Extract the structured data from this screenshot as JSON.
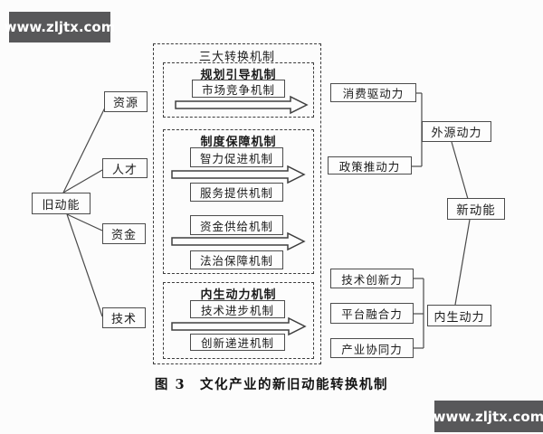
{
  "watermark": {
    "text": "www.zljtx.com",
    "bg_color": "#58585a"
  },
  "caption": "图 3　文化产业的新旧动能转换机制",
  "left": {
    "source": "旧动能",
    "factors": [
      "资源",
      "人才",
      "资金",
      "技术"
    ]
  },
  "center": {
    "title": "三大转换机制",
    "groups": [
      {
        "title": "规划引导机制",
        "boxes": [
          "市场竞争机制"
        ]
      },
      {
        "title": "制度保障机制",
        "boxes": [
          "智力促进机制",
          "服务提供机制",
          "资金供给机制",
          "法治保障机制"
        ]
      },
      {
        "title": "内生动力机制",
        "boxes": [
          "技术进步机制",
          "创新递进机制"
        ]
      }
    ]
  },
  "right": {
    "external": {
      "inputs": [
        "消费驱动力",
        "政策推动力"
      ],
      "hub": "外源动力"
    },
    "internal": {
      "inputs": [
        "技术创新力",
        "平台融合力",
        "产业协同力"
      ],
      "hub": "内生动力"
    },
    "result": "新动能"
  }
}
